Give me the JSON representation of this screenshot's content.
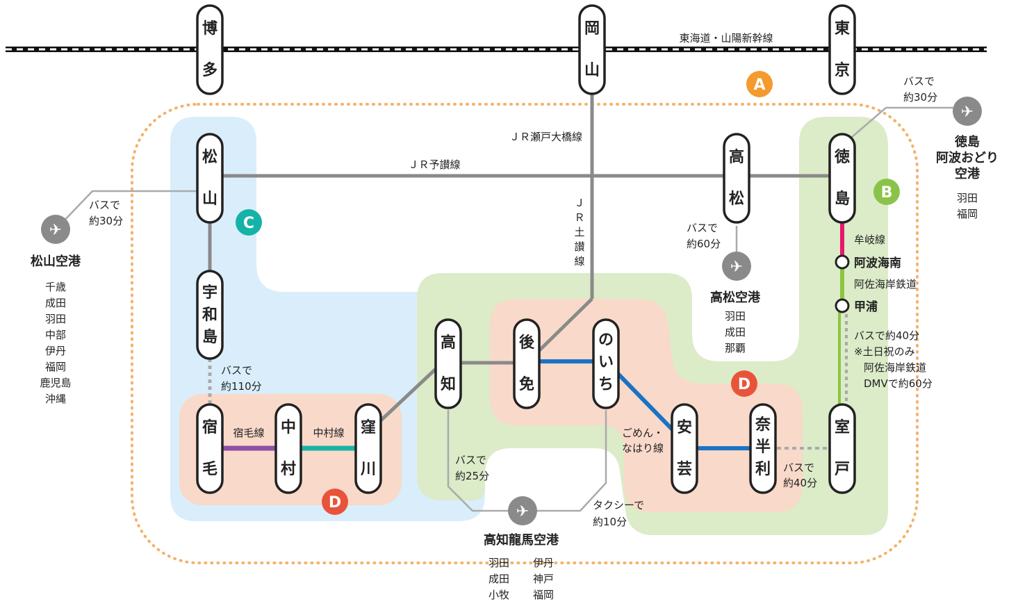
{
  "colors": {
    "zone_a_border": "#f4b26b",
    "zone_b_fill": "#dcebc8",
    "zone_c_fill": "#d9eefa",
    "zone_d_fill": "#f9d9c9",
    "badge_a": "#f39b2e",
    "badge_b": "#8bc34a",
    "badge_c": "#15b3a7",
    "badge_d": "#e8543a",
    "jr_line": "#8a8a8a",
    "tosaden": "#1a73c4",
    "sukumo": "#8e4fa6",
    "nakamura": "#19b3a4",
    "mugi": "#e6196c",
    "asa_kaigan": "#8cc63f",
    "airport": "#8a8a8a"
  },
  "shinkansen": {
    "label": "東海道・山陽新幹線"
  },
  "zones": {
    "a": "A",
    "b": "B",
    "c": "C",
    "d1": "D",
    "d2": "D"
  },
  "stations": {
    "hakata": "博多",
    "okayama": "岡山",
    "tokyo": "東京",
    "matsuyama": "松山",
    "takamatsu": "高松",
    "tokushima": "徳島",
    "uwajima": "宇和島",
    "sukumo": "宿毛",
    "nakamura": "中村",
    "kubokawa": "窪川",
    "kochi": "高知",
    "gomen": "後免",
    "noichi": "のいち",
    "aki": "安芸",
    "nahari": "奈半利",
    "muroto": "室戸",
    "awa_kainan": "阿波海南",
    "kannoura": "甲浦"
  },
  "lines": {
    "seto_ohashi": "ＪＲ瀬戸大橋線",
    "yosan": "ＪＲ予讃線",
    "dosan_v": [
      "Ｊ",
      "Ｒ",
      "土",
      "讃",
      "線"
    ],
    "sukumo_line": "宿毛線",
    "nakamura_line": "中村線",
    "gomen_nahari_1": "ごめん・",
    "gomen_nahari_2": "なはり線",
    "mugi_line": "牟岐線",
    "asa_kaigan": "阿佐海岸鉄道"
  },
  "transfers": {
    "tokushima_air_1": "バスで",
    "tokushima_air_2": "約30分",
    "matsuyama_air_1": "バスで",
    "matsuyama_air_2": "約30分",
    "takamatsu_air_1": "バスで",
    "takamatsu_air_2": "約60分",
    "uwajima_sukumo_1": "バスで",
    "uwajima_sukumo_2": "約110分",
    "kochi_air_1": "バスで",
    "kochi_air_2": "約25分",
    "noichi_air_1": "タクシーで",
    "noichi_air_2": "約10分",
    "nahari_muroto_1": "バスで",
    "nahari_muroto_2": "約40分",
    "kannoura_muroto_1": "バスで約40分",
    "kannoura_muroto_2": "※土日祝のみ",
    "kannoura_muroto_3": "阿佐海岸鉄道",
    "kannoura_muroto_4": "DMVで約60分"
  },
  "airports": {
    "matsuyama": {
      "name": "松山空港",
      "destinations": [
        "千歳",
        "成田",
        "羽田",
        "中部",
        "伊丹",
        "福岡",
        "鹿児島",
        "沖縄"
      ]
    },
    "takamatsu": {
      "name": "高松空港",
      "destinations": [
        "羽田",
        "成田",
        "那覇"
      ]
    },
    "tokushima": {
      "name1": "徳島",
      "name2": "阿波おどり",
      "name3": "空港",
      "destinations": [
        "羽田",
        "福岡"
      ]
    },
    "kochi": {
      "name": "高知龍馬空港",
      "dest_left": [
        "羽田",
        "成田",
        "小牧"
      ],
      "dest_right": [
        "伊丹",
        "神戸",
        "福岡"
      ]
    }
  }
}
